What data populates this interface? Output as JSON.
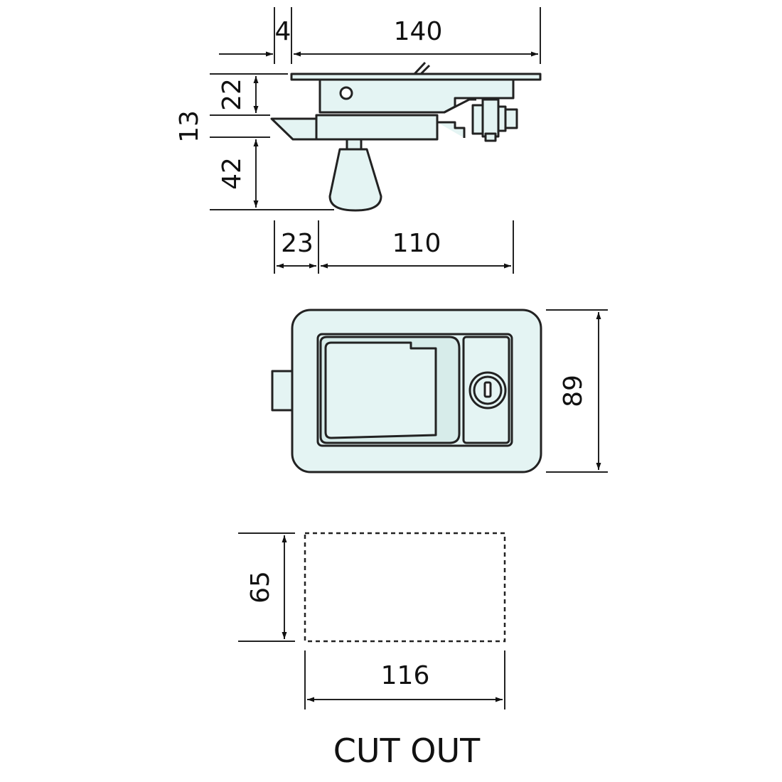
{
  "colors": {
    "part_fill": "#e4f4f3",
    "part_shade": "#d7ecea",
    "line": "#222222"
  },
  "side_view": {
    "top_width_a": "4",
    "top_width_b": "140",
    "height_a": "22",
    "height_b": "13",
    "height_c": "42",
    "bottom_width_a": "23",
    "bottom_width_b": "110"
  },
  "front_view": {
    "height": "89"
  },
  "cutout": {
    "height": "65",
    "width": "116",
    "caption": "CUT OUT"
  }
}
